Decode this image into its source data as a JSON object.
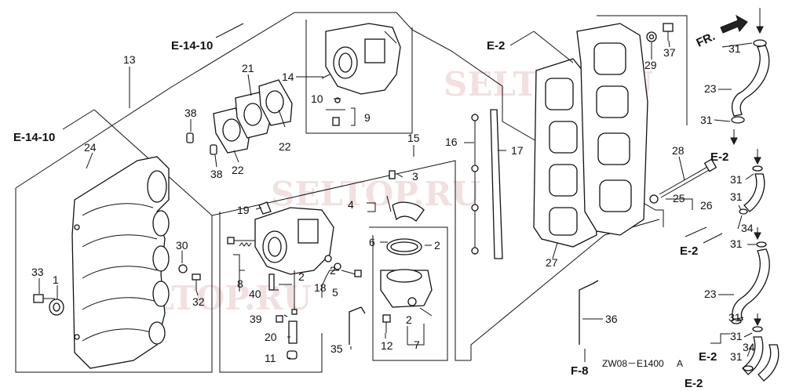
{
  "watermark": "SELTOP.RU",
  "drawing_code": "ZW08－E1400",
  "drawing_code_suffix": "A",
  "fr_label": "FR.",
  "refs": {
    "e14_10_top": "E-14-10",
    "e14_10_left": "E-14-10",
    "e2_top": "E-2",
    "e2_right_1": "E-2",
    "e2_right_2": "E-2",
    "e2_right_3": "E-2",
    "e2_bottom_right": "E-2",
    "f8": "F-8"
  },
  "callouts": {
    "p1": "1",
    "p2a": "2",
    "p2b": "2",
    "p2c": "2",
    "p2d": "2",
    "p3": "3",
    "p4": "4",
    "p5": "5",
    "p6": "6",
    "p7": "7",
    "p8": "8",
    "p9": "9",
    "p10": "10",
    "p11": "11",
    "p12": "12",
    "p13": "13",
    "p14": "14",
    "p15": "15",
    "p16": "16",
    "p17": "17",
    "p18": "18",
    "p19": "19",
    "p20": "20",
    "p21": "21",
    "p22a": "22",
    "p22b": "22",
    "p23a": "23",
    "p23b": "23",
    "p24": "24",
    "p25": "25",
    "p26": "26",
    "p27": "27",
    "p28": "28",
    "p29": "29",
    "p30": "30",
    "p31a": "31",
    "p31b": "31",
    "p31c": "31",
    "p31d": "31",
    "p31e": "31",
    "p31f": "31",
    "p31g": "31",
    "p31h": "31",
    "p32": "32",
    "p33": "33",
    "p34a": "34",
    "p34b": "34",
    "p35": "35",
    "p36": "36",
    "p37": "37",
    "p38a": "38",
    "p38b": "38",
    "p39": "39",
    "p40": "40"
  }
}
